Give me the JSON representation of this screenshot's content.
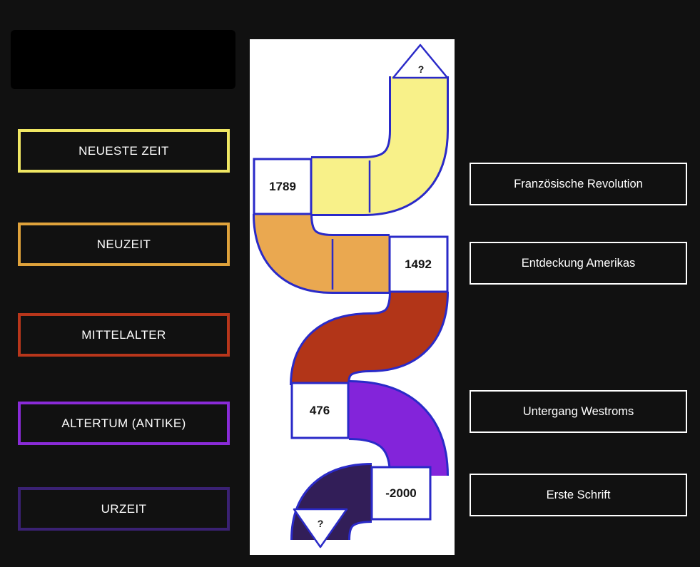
{
  "page": {
    "bg": "#111111"
  },
  "eras": [
    {
      "label": "NEUESTE ZEIT",
      "color": "#f0e763"
    },
    {
      "label": "NEUZEIT",
      "color": "#dfa23b"
    },
    {
      "label": "MITTELALTER",
      "color": "#b8361b"
    },
    {
      "label": "ALTERTUM (ANTIKE)",
      "color": "#8a2bd8"
    },
    {
      "label": "URZEIT",
      "color": "#3a2173"
    }
  ],
  "events": [
    {
      "label": "Französische Revolution"
    },
    {
      "label": "Entdeckung Amerikas"
    },
    {
      "label": "Untergang Westroms"
    },
    {
      "label": "Erste Schrift"
    }
  ],
  "timeline": {
    "outline": "#2a2ac8",
    "segments": {
      "yellow": "#f8f189",
      "orange": "#eaa850",
      "red": "#b23518",
      "purple": "#8324da",
      "indigo": "#321e58"
    },
    "years": [
      "1789",
      "1492",
      "476",
      "-2000"
    ],
    "top_marker": "?",
    "bottom_marker": "?"
  }
}
